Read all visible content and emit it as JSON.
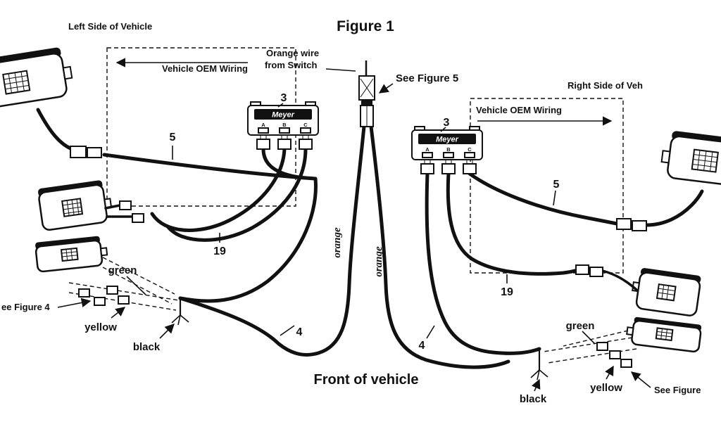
{
  "figure": {
    "title": "Figure 1",
    "front_label": "Front of vehicle"
  },
  "annotations": {
    "left_side": "Left Side of Vehicle",
    "right_side": "Right Side of Veh",
    "oem_wiring_left": "Vehicle OEM Wiring",
    "oem_wiring_right": "Vehicle OEM Wiring",
    "orange_wire_line1": "Orange wire",
    "orange_wire_line2": "from Switch",
    "see_figure_5": "See Figure 5",
    "see_figure_4": "ee Figure 4",
    "see_figure_right": "See Figure",
    "orange_label_left": "orange",
    "orange_label_right": "orange"
  },
  "wire_colors": {
    "green_left": "green",
    "yellow_left": "yellow",
    "black_left": "black",
    "green_right": "green",
    "yellow_right": "yellow",
    "black_right": "black"
  },
  "callouts": {
    "module_left": "3",
    "module_right": "3",
    "wire5_left": "5",
    "wire5_right": "5",
    "wire19_left": "19",
    "wire19_right": "19",
    "wire4_left": "4",
    "wire4_right": "4"
  },
  "module": {
    "brand": "Meyer",
    "terminal_a": "A",
    "terminal_b": "B",
    "terminal_c": "C"
  },
  "colors": {
    "ink": "#111111",
    "background": "#ffffff"
  }
}
